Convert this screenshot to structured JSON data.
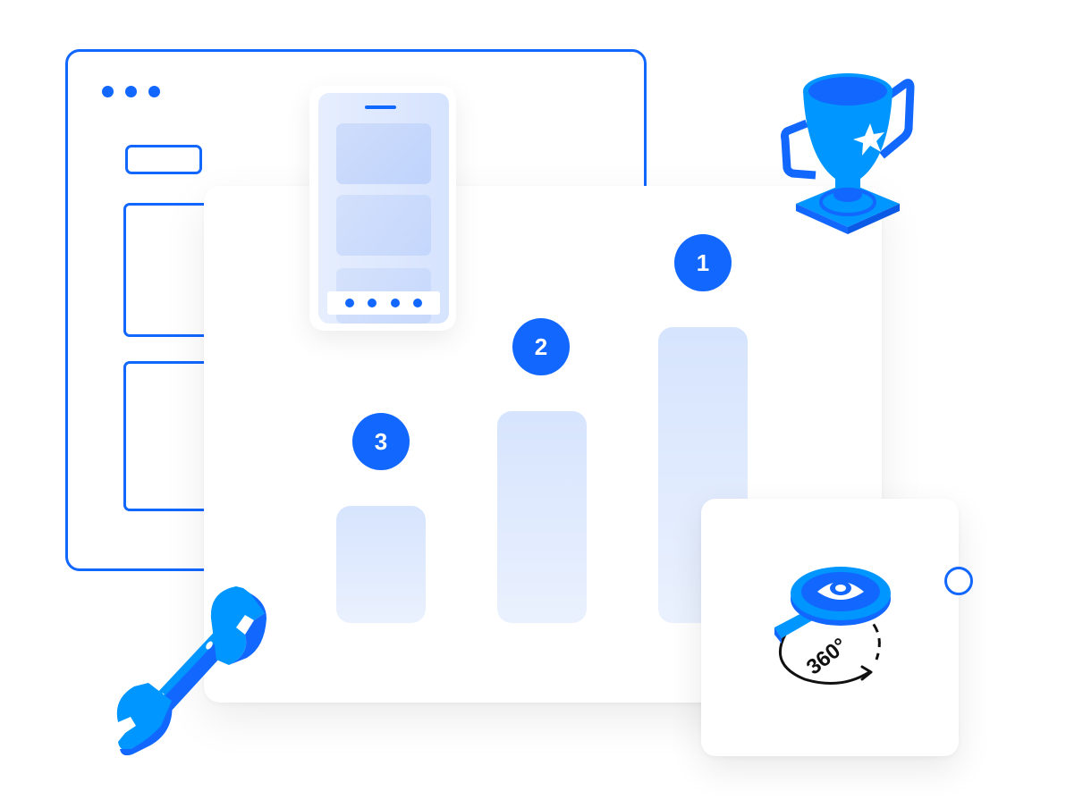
{
  "colors": {
    "accent": "#1267FF",
    "accent_light": "#0096FF",
    "bar_top": "#D6E4FD",
    "bar_bottom": "#EAF1FE",
    "card_bg": "#FFFFFF",
    "ink": "#111111"
  },
  "outline_window": {
    "window_dots": 3,
    "content_blocks": 2
  },
  "phone": {
    "tiles": 3,
    "nav_dots": 4
  },
  "podium": {
    "ranks": [
      {
        "label": "3",
        "position": "left",
        "relative_height": 131
      },
      {
        "label": "2",
        "position": "center",
        "relative_height": 237
      },
      {
        "label": "1",
        "position": "right",
        "relative_height": 331
      }
    ]
  },
  "icons": {
    "trophy": "trophy-icon",
    "wrench": "wrench-icon",
    "view360": "360-view-icon",
    "view360_text": "360°",
    "handle": "ring-handle"
  }
}
